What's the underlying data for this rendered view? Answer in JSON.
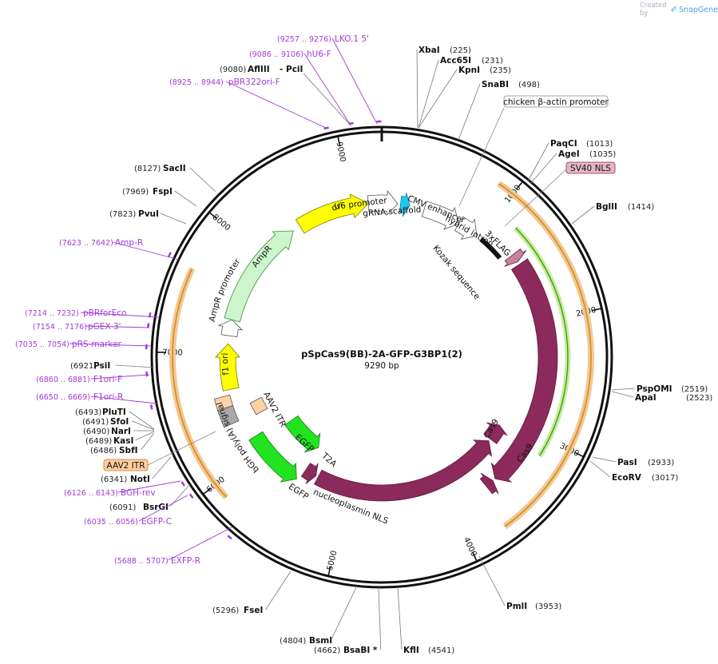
{
  "credit": {
    "prefix": "Created by",
    "brand": "SnapGene"
  },
  "plasmid": {
    "name": "pSpCas9(BB)-2A-GFP-G3BP1(2)",
    "length_label": "9290 bp"
  },
  "ticks": [
    "1000",
    "2000",
    "3000",
    "4000",
    "5000",
    "6000",
    "7000",
    "8000",
    "9000"
  ],
  "sites": [
    {
      "name": "XbaI",
      "pos": "(225)"
    },
    {
      "name": "Acc65I",
      "pos": "(231)"
    },
    {
      "name": "KpnI",
      "pos": "(235)"
    },
    {
      "name": "SnaBI",
      "pos": "(498)"
    },
    {
      "name": "PaqCI",
      "pos": "(1013)"
    },
    {
      "name": "AgeI",
      "pos": "(1035)"
    },
    {
      "name": "BglII",
      "pos": "(1414)"
    },
    {
      "name": "PspOMI",
      "pos": "(2519)"
    },
    {
      "name": "ApaI",
      "pos": "(2523)"
    },
    {
      "name": "PasI",
      "pos": "(2933)"
    },
    {
      "name": "EcoRV",
      "pos": "(3017)"
    },
    {
      "name": "PmlI",
      "pos": "(3953)"
    },
    {
      "name": "KflI",
      "pos": "(4541)"
    },
    {
      "name": "BsaBI *",
      "pos": "(4662)"
    },
    {
      "name": "BsmI",
      "pos": "(4804)"
    },
    {
      "name": "FseI",
      "pos": "(5296)"
    },
    {
      "name": "BsrGI",
      "pos": "(6091)"
    },
    {
      "name": "NotI",
      "pos": "(6341)"
    },
    {
      "name": "SbfI",
      "pos": "(6486)"
    },
    {
      "name": "KasI",
      "pos": "(6489)"
    },
    {
      "name": "NarI",
      "pos": "(6490)"
    },
    {
      "name": "SfoI",
      "pos": "(6491)"
    },
    {
      "name": "PluTI",
      "pos": "(6493)"
    },
    {
      "name": "PsiI",
      "pos": "(6921)"
    },
    {
      "name": "PvuI",
      "pos": "(7823)"
    },
    {
      "name": "FspI",
      "pos": "(7969)"
    },
    {
      "name": "SacII",
      "pos": "(8127)"
    },
    {
      "name": "AflIII",
      "pos": "(9080)",
      "extra": "- PciI"
    }
  ],
  "primers": [
    {
      "name": "LKO.1 5'",
      "pos": "(9257 .. 9276)"
    },
    {
      "name": "hU6-F",
      "pos": "(9086 .. 9106)"
    },
    {
      "name": "pBR322ori-F",
      "pos": "(8925 .. 8944)"
    },
    {
      "name": "Amp-R",
      "pos": "(7623 .. 7642)"
    },
    {
      "name": "pBRforEco",
      "pos": "(7214 .. 7232)"
    },
    {
      "name": "pGEX 3'",
      "pos": "(7154 .. 7176)"
    },
    {
      "name": "pRS-marker",
      "pos": "(7035 .. 7054)"
    },
    {
      "name": "F1ori-F",
      "pos": "(6860 .. 6881)"
    },
    {
      "name": "F1ori-R",
      "pos": "(6650 .. 6669)"
    },
    {
      "name": "BGH-rev",
      "pos": "(6126 .. 6143)"
    },
    {
      "name": "EGFP-C",
      "pos": "(6035 .. 6056)"
    },
    {
      "name": "EXFP-R",
      "pos": "(5688 .. 5707)"
    }
  ],
  "boxed_features": {
    "cba_promoter": "chicken β-actin promoter",
    "sv40_nls": "SV40 NLS",
    "aav2_itr": "AAV2 ITR"
  },
  "features": {
    "ori": "ori",
    "u6_promoter": "U6 promoter",
    "grna_scaffold": "gRNA scaffold",
    "cmv_enhancer": "CMV enhancer",
    "hybrid_intron": "hybrid intron",
    "flag": "3xFLAG",
    "kozak": "Kozak sequence",
    "cas9_inner": "Cas9",
    "cas9_outer": "Cas9",
    "t2a": "T2A",
    "egfp_inner": "EGFP",
    "egfp_outer": "EGFP",
    "nls": "nucleoplasmin NLS",
    "aav2_itr_inner": "AAV2 ITR",
    "bgh": "bGH poly(A) signal",
    "f1ori": "f1 ori",
    "ampr_promoter": "AmpR promoter",
    "ampr": "AmpR"
  },
  "colors": {
    "cas9": "#8c2a5b",
    "egfp": "#22e31f",
    "ori": "#ffff00",
    "ampr": "#ccf5cc",
    "flag": "#c8829b",
    "aav2_itr": "#ffd2a6",
    "gray": "#a9a9a9",
    "primer": "#a23bd6",
    "orange_band": "#f2c893",
    "orange_line": "#d48a20",
    "green_band": "#c9eb9e",
    "green_line": "#39a014",
    "grna": "#1ec9ef"
  }
}
